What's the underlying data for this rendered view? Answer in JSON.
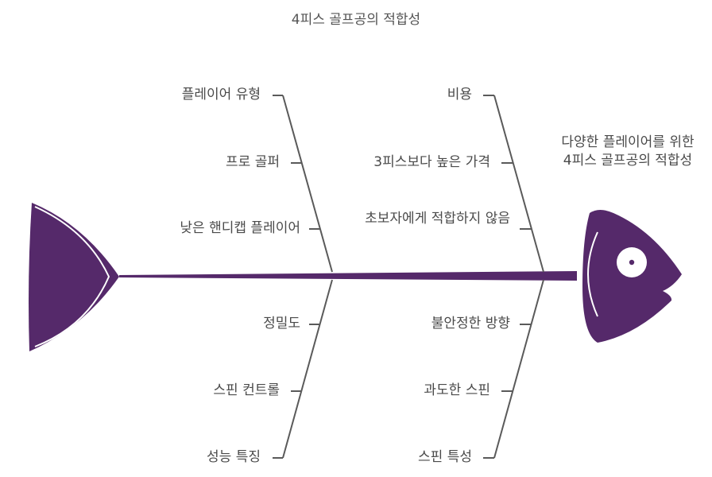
{
  "title": "4피스 골프공의 적합성",
  "head_label": "다양한 플레이어를 위한 4피스 골프공의 적합성",
  "colors": {
    "fish": "#55296a",
    "bone": "#5a5a5a",
    "text": "#4a4a4a"
  },
  "branches": {
    "upper_left": [
      "플레이어 유형",
      "프로 골퍼",
      "낮은 핸디캡 플레이어"
    ],
    "upper_right": [
      "비용",
      "3피스보다 높은 가격",
      "초보자에게 적합하지 않음"
    ],
    "lower_left": [
      "정밀도",
      "스핀 컨트롤",
      "성능 특징"
    ],
    "lower_right": [
      "불안정한 방향",
      "과도한 스핀",
      "스핀 특성"
    ]
  }
}
